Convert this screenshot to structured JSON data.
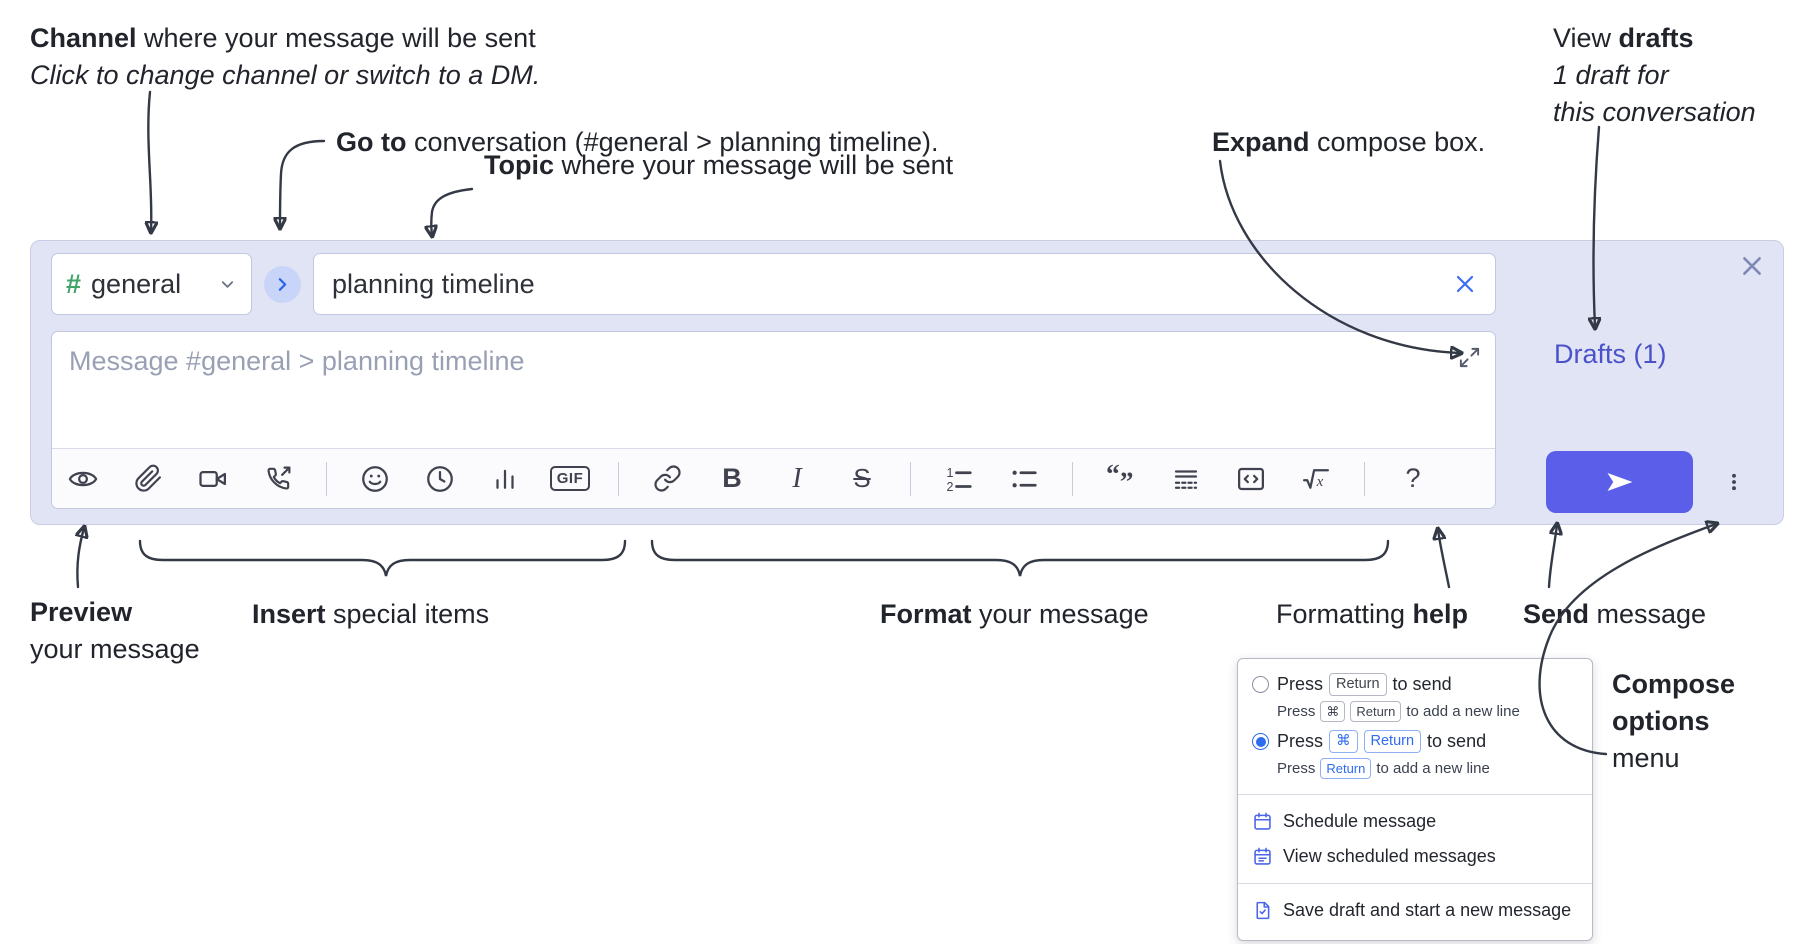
{
  "colors": {
    "compose_bg": "#e1e4f5",
    "accent_send": "#5a5ee9",
    "drafts_link": "#4b52c8",
    "key_blue": "#2e6bee",
    "channel_green": "#3fa567",
    "annotation_ink": "#22242c"
  },
  "ann": {
    "channel_bold": "Channel",
    "channel_rest": " where your message will be sent",
    "channel_italic": "Click to change channel or switch to a DM.",
    "goto_bold": "Go to",
    "goto_rest": " conversation (#general > planning timeline).",
    "topic_bold": "Topic",
    "topic_rest": " where your message will be sent",
    "expand_bold": "Expand",
    "expand_rest": " compose box.",
    "drafts_pre": "View ",
    "drafts_bold": "drafts",
    "drafts_it1": "1 draft for",
    "drafts_it2": "this conversation",
    "preview_bold": "Preview",
    "preview_rest": "your message",
    "insert_bold": "Insert",
    "insert_rest": " special items",
    "format_bold": "Format",
    "format_rest": " your message",
    "help_pre": "Formatting ",
    "help_bold": "help",
    "send_bold": "Send",
    "send_rest": " message",
    "options_l1": "Compose",
    "options_l2": "options",
    "options_l3": "menu"
  },
  "compose": {
    "channel_hash": "#",
    "channel_name": "general",
    "topic_value": "planning timeline",
    "message_placeholder": "Message #general > planning timeline",
    "drafts_link": "Drafts (1)",
    "toolbar": {
      "gif": "GIF",
      "bold": "B",
      "italic": "I",
      "strike": "S",
      "help": "?"
    }
  },
  "menu": {
    "opt_return": {
      "pre": "Press",
      "key1": "Return",
      "post": "to send",
      "sub_pre": "Press",
      "sub_key1": "⌘",
      "sub_key2": "Return",
      "sub_post": "to add a new line"
    },
    "opt_cmd_return": {
      "pre": "Press",
      "key1": "⌘",
      "key2": "Return",
      "post": "to send",
      "sub_pre": "Press",
      "sub_key1": "Return",
      "sub_post": "to add a new line"
    },
    "schedule": "Schedule message",
    "view_scheduled": "View scheduled messages",
    "save_draft": "Save draft and start a new message"
  },
  "icons": [
    "eye-icon",
    "paperclip-icon",
    "video-camera-icon",
    "phone-call-icon",
    "smiley-icon",
    "clock-icon",
    "bar-chart-icon",
    "gif-icon",
    "link-icon",
    "bold-icon",
    "italic-icon",
    "strikethrough-icon",
    "numbered-list-icon",
    "bulleted-list-icon",
    "quote-icon",
    "spoiler-icon",
    "code-icon",
    "math-icon",
    "help-icon",
    "send-icon",
    "ellipsis-icon",
    "chevron-down-icon",
    "chevron-right-icon",
    "close-icon",
    "clear-icon",
    "expand-icon",
    "calendar-icon",
    "draft-icon",
    "channel-hash-icon",
    "radio-icon"
  ]
}
